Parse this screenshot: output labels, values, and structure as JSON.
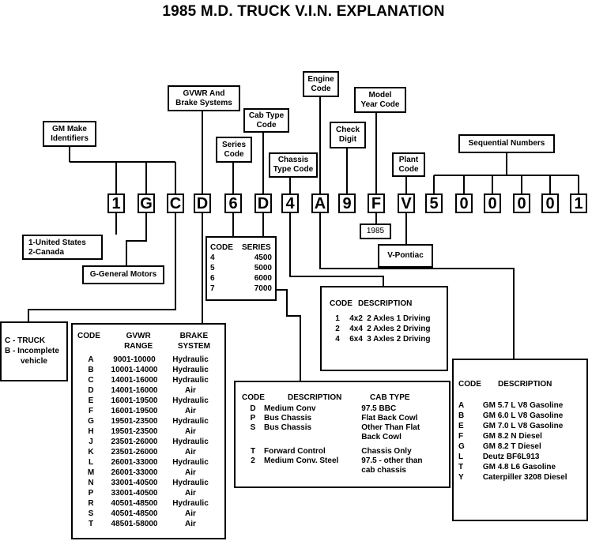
{
  "title": "1985 M.D. TRUCK V.I.N. EXPLANATION",
  "vin": [
    "1",
    "G",
    "C",
    "D",
    "6",
    "D",
    "4",
    "A",
    "9",
    "F",
    "V",
    "5",
    "0",
    "0",
    "0",
    "0",
    "1"
  ],
  "labels": {
    "gm_make": "GM Make\nIdentifiers",
    "gvwr": "GVWR And\nBrake Systems",
    "series": "Series\nCode",
    "cab_type": "Cab Type\nCode",
    "chassis": "Chassis\nType Code",
    "engine": "Engine\nCode",
    "check": "Check\nDigit",
    "model_year": "Model\nYear Code",
    "plant": "Plant\nCode",
    "sequential": "Sequential Numbers"
  },
  "country": [
    "1-United States",
    "2-Canada"
  ],
  "manufacturer": "G-General Motors",
  "year_value": "1985",
  "plant_value": "V-Pontiac",
  "type_box": [
    "C - TRUCK",
    "B - Incomplete",
    "vehicle"
  ],
  "series_table": {
    "headers": [
      "CODE",
      "SERIES"
    ],
    "rows": [
      [
        "4",
        "4500"
      ],
      [
        "5",
        "5000"
      ],
      [
        "6",
        "6000"
      ],
      [
        "7",
        "7000"
      ]
    ]
  },
  "chassis_table": {
    "headers": [
      "CODE",
      "DESCRIPTION"
    ],
    "rows": [
      [
        "1",
        "4x2",
        "2 Axles 1 Driving"
      ],
      [
        "2",
        "4x4",
        "2 Axles 2 Driving"
      ],
      [
        "4",
        "6x4",
        "3 Axles 2 Driving"
      ]
    ]
  },
  "gvwr_table": {
    "headers": [
      [
        "CODE"
      ],
      [
        "GVWR",
        "RANGE"
      ],
      [
        "BRAKE",
        "SYSTEM"
      ]
    ],
    "rows": [
      [
        "A",
        "9001-10000",
        "Hydraulic"
      ],
      [
        "B",
        "10001-14000",
        "Hydraulic"
      ],
      [
        "C",
        "14001-16000",
        "Hydraulic"
      ],
      [
        "D",
        "14001-16000",
        "Air"
      ],
      [
        "E",
        "16001-19500",
        "Hydraulic"
      ],
      [
        "F",
        "16001-19500",
        "Air"
      ],
      [
        "G",
        "19501-23500",
        "Hydraulic"
      ],
      [
        "H",
        "19501-23500",
        "Air"
      ],
      [
        "J",
        "23501-26000",
        "Hydraulic"
      ],
      [
        "K",
        "23501-26000",
        "Air"
      ],
      [
        "L",
        "26001-33000",
        "Hydraulic"
      ],
      [
        "M",
        "26001-33000",
        "Air"
      ],
      [
        "N",
        "33001-40500",
        "Hydraulic"
      ],
      [
        "P",
        "33001-40500",
        "Air"
      ],
      [
        "R",
        "40501-48500",
        "Hydraulic"
      ],
      [
        "S",
        "40501-48500",
        "Air"
      ],
      [
        "T",
        "48501-58000",
        "Air"
      ]
    ]
  },
  "cab_table": {
    "headers": [
      "CODE",
      "DESCRIPTION",
      "CAB TYPE"
    ],
    "rows": [
      [
        "D",
        "Medium Conv",
        "97.5 BBC"
      ],
      [
        "P",
        "Bus Chassis",
        "Flat Back Cowl"
      ],
      [
        "S",
        "Bus Chassis",
        "Other Than Flat"
      ],
      [
        "",
        "",
        "Back Cowl"
      ],
      [
        "T",
        "Forward Control",
        "Chassis Only"
      ],
      [
        "2",
        "Medium Conv. Steel",
        "97.5 - other than"
      ],
      [
        "",
        "",
        "cab chassis"
      ]
    ]
  },
  "engine_table": {
    "headers": [
      "CODE",
      "DESCRIPTION"
    ],
    "rows": [
      [
        "A",
        "GM 5.7 L V8 Gasoline"
      ],
      [
        "B",
        "GM 6.0 L V8 Gasoline"
      ],
      [
        "E",
        "GM 7.0 L V8 Gasoline"
      ],
      [
        "F",
        "GM 8.2 N Diesel"
      ],
      [
        "G",
        "GM 8.2 T Diesel"
      ],
      [
        "L",
        "Deutz BF6L913"
      ],
      [
        "T",
        "GM 4.8 L6 Gasoline"
      ],
      [
        "Y",
        "Caterpiller 3208 Diesel"
      ]
    ]
  }
}
